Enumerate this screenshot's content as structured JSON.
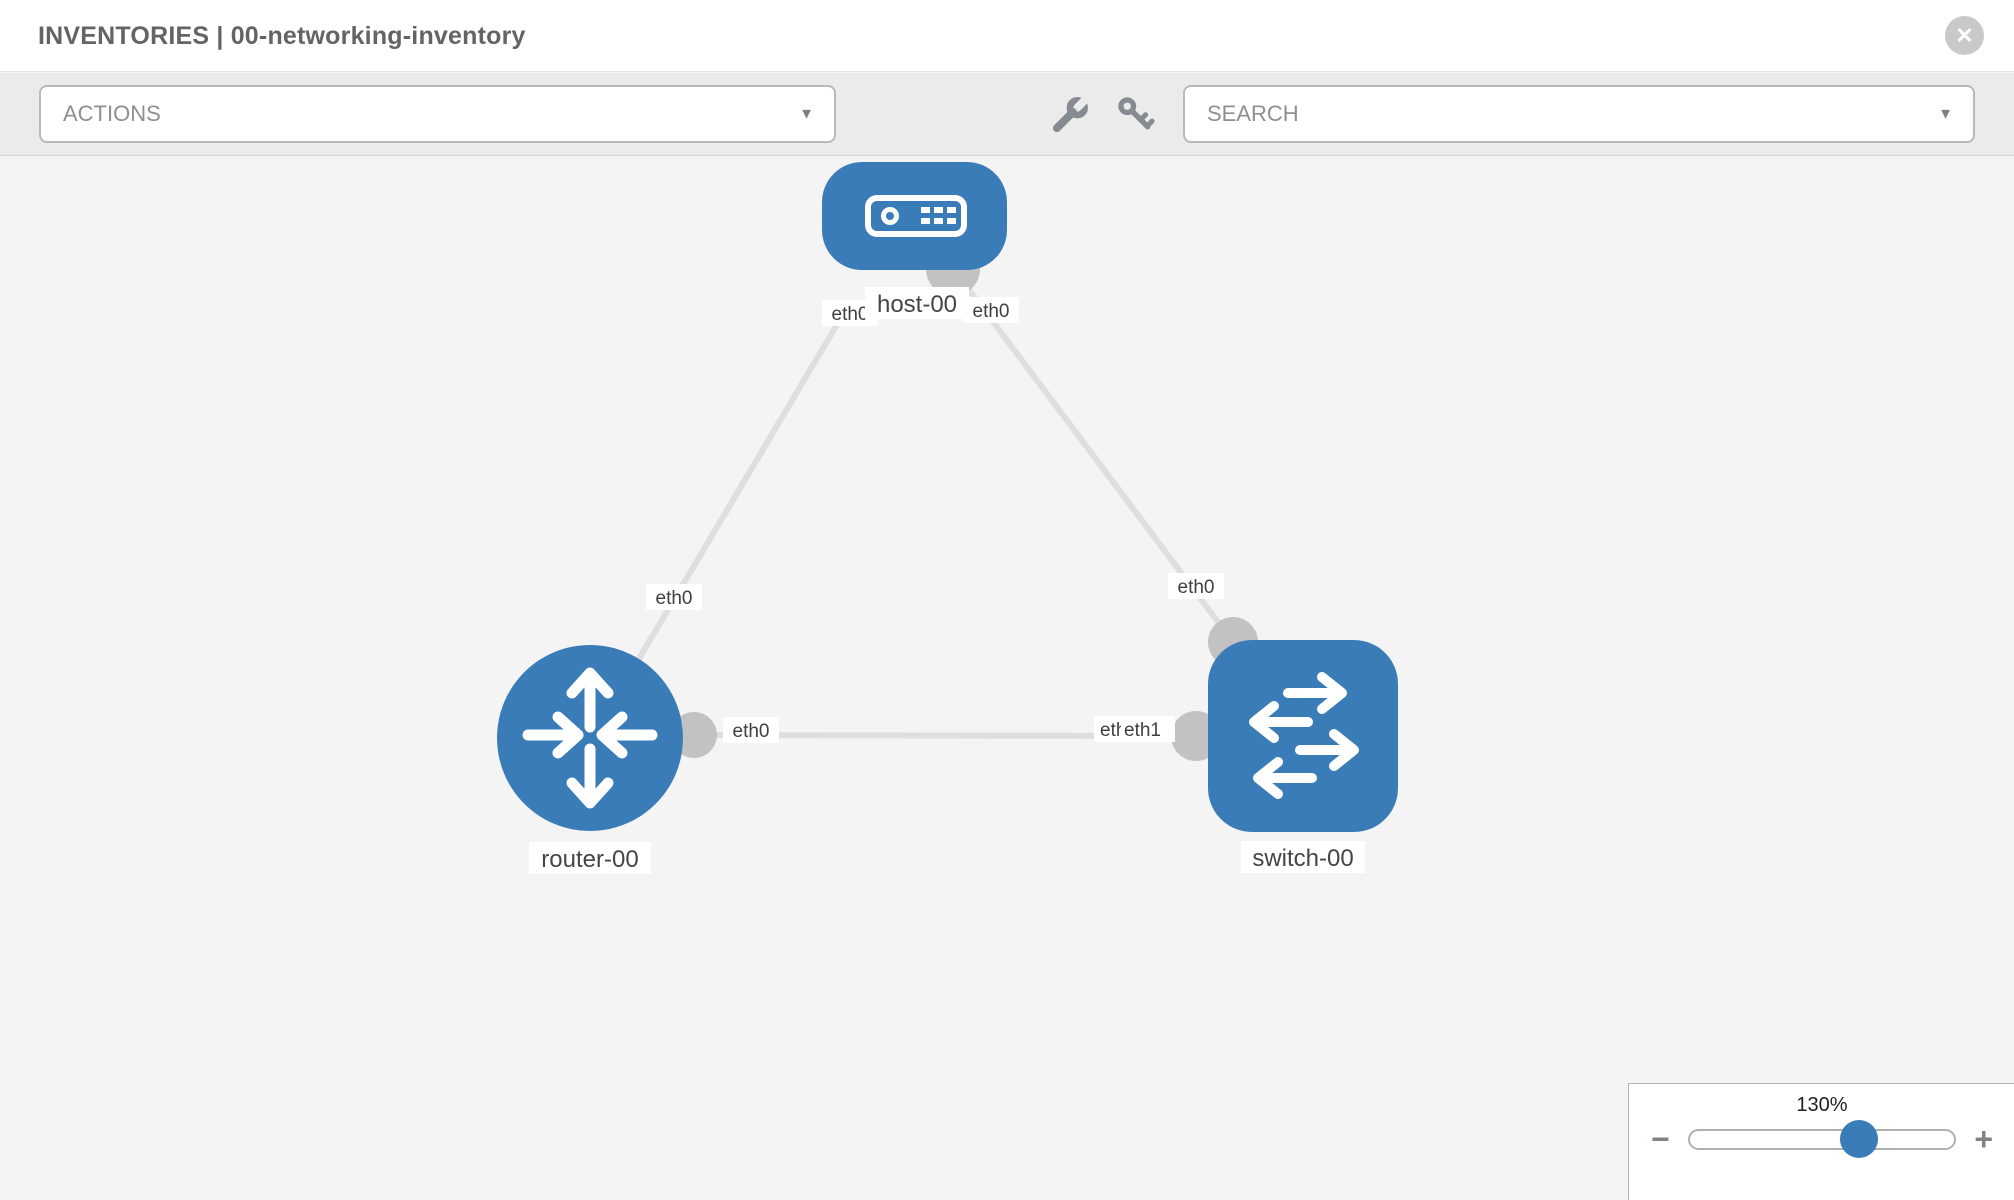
{
  "header": {
    "title": "INVENTORIES | 00-networking-inventory",
    "close_glyph": "✕"
  },
  "toolbar": {
    "actions_dropdown": {
      "label": "ACTIONS",
      "caret": "▼"
    },
    "search_dropdown": {
      "label": "SEARCH",
      "caret": "▼"
    },
    "tools": [
      {
        "icon": "wrench-icon"
      },
      {
        "icon": "key-icon"
      }
    ]
  },
  "topology": {
    "nodes": [
      {
        "id": "host-00",
        "type": "host"
      },
      {
        "id": "router-00",
        "type": "router"
      },
      {
        "id": "switch-00",
        "type": "switch"
      }
    ],
    "links": [
      {
        "source": "host-00",
        "source_interface": "eth0",
        "target": "router-00",
        "target_interface": "eth0"
      },
      {
        "source": "host-00",
        "source_interface": "eth0",
        "target": "switch-00",
        "target_interface": "eth0"
      },
      {
        "source": "router-00",
        "source_interface": "eth0",
        "target": "switch-00",
        "target_interface": "eth1",
        "overlapped_label": "eth0"
      }
    ]
  },
  "zoom_control": {
    "percent": "130%",
    "minus": "−",
    "plus": "+"
  },
  "colors": {
    "node_blue": "#3a7cb8",
    "link_gray": "#dedede",
    "port_gray": "#c2c2c2",
    "canvas_bg": "#f4f4f4",
    "toolbar_bg": "#ebebeb"
  }
}
